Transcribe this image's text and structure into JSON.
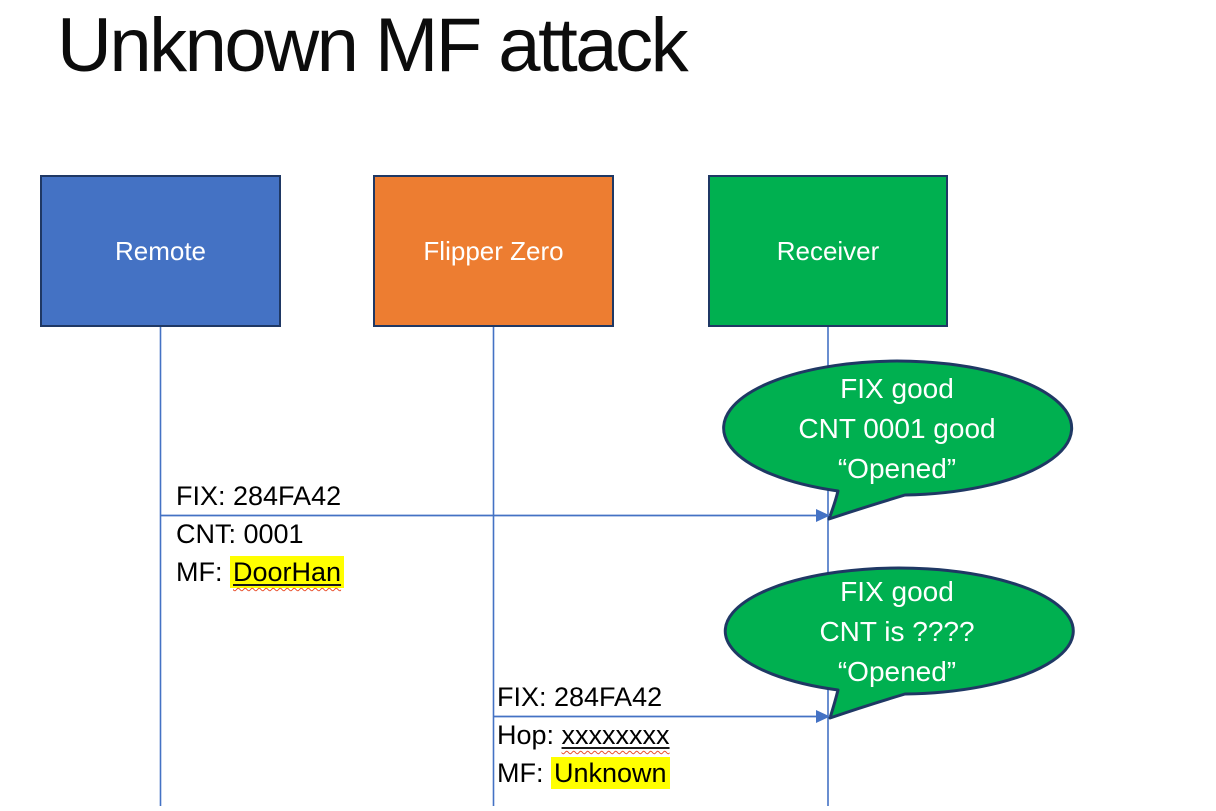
{
  "slide": {
    "title": "Unknown MF attack"
  },
  "colors": {
    "actor_remote": "#4472C4",
    "actor_flipper": "#ED7D31",
    "actor_receiver": "#00B050",
    "callout_fill": "#00B050",
    "shape_border": "#1F3864",
    "line_blue": "#4472C4",
    "highlight_yellow": "#FFFF00",
    "squiggle_red": "#E8502E",
    "text_dark": "#000000",
    "text_light": "#FFFFFF"
  },
  "actors": {
    "remote": {
      "label": "Remote"
    },
    "flipper": {
      "label": "Flipper Zero"
    },
    "receiver": {
      "label": "Receiver"
    }
  },
  "message1": {
    "line1": "FIX: 284FA42",
    "line2": "CNT: 0001",
    "line3_prefix": "MF: ",
    "line3_value": "DoorHan"
  },
  "message2": {
    "line1": "FIX: 284FA42",
    "line2_prefix": "Hop: ",
    "line2_value": "xxxxxxxx",
    "line3_prefix": "MF: ",
    "line3_value": "Unknown"
  },
  "callout1": {
    "line1": "FIX good",
    "line2": "CNT 0001 good",
    "line3": "“Opened”"
  },
  "callout2": {
    "line1": "FIX good",
    "line2": "CNT is ????",
    "line3": "“Opened”"
  }
}
